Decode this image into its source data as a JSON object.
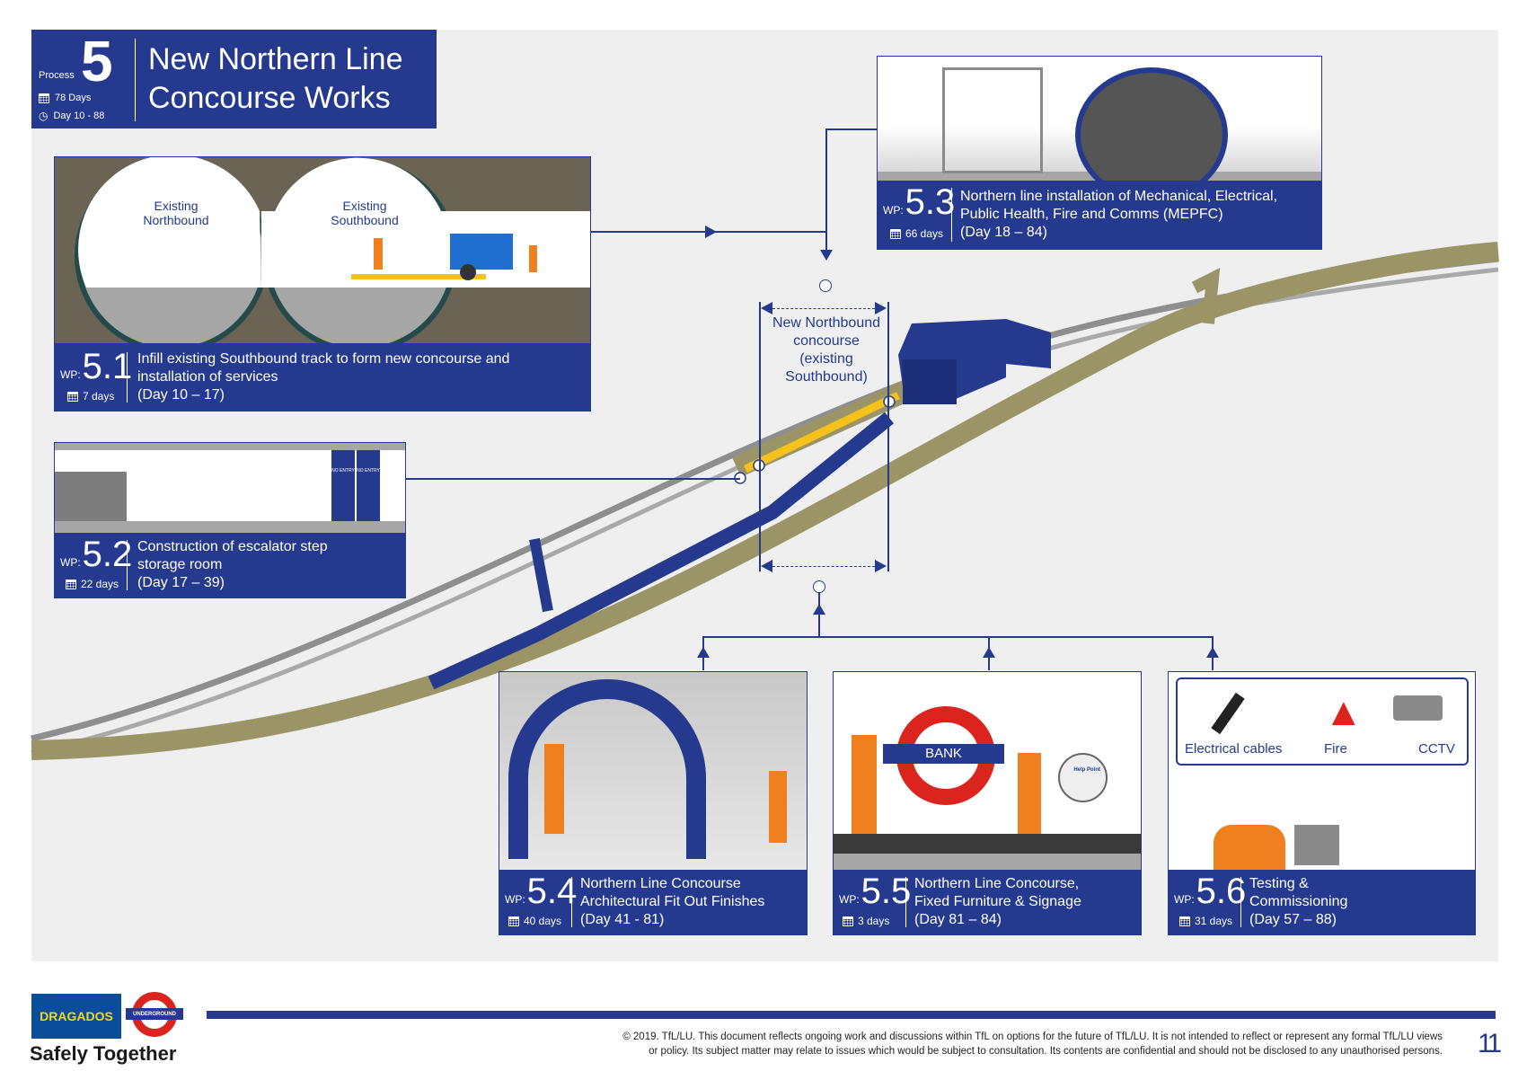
{
  "header": {
    "process_label": "Process",
    "process_number": "5",
    "duration": "78 Days",
    "day_range": "Day 10 - 88",
    "title_line1": "New Northern Line",
    "title_line2": "Concourse Works"
  },
  "wp_prefix": "WP:",
  "work_packages": [
    {
      "id": "5.1",
      "days": "7 days",
      "description_line1": "Infill existing Southbound track to form new concourse and",
      "description_line2": "installation of services",
      "day_range": "(Day 10 – 17)",
      "illustration_labels": [
        "Existing Northbound",
        "Existing Southbound"
      ]
    },
    {
      "id": "5.2",
      "days": "22 days",
      "description_line1": "Construction of escalator step",
      "description_line2": "storage room",
      "day_range": "(Day 17 – 39)",
      "illustration_labels": [
        "NO ENTRY",
        "NO ENTRY"
      ]
    },
    {
      "id": "5.3",
      "days": "66 days",
      "description_line1": "Northern line installation of Mechanical, Electrical,",
      "description_line2": "Public Health, Fire and Comms (MEPFC)",
      "day_range": "(Day 18 – 84)"
    },
    {
      "id": "5.4",
      "days": "40 days",
      "description_line1": "Northern Line Concourse",
      "description_line2": "Architectural Fit Out Finishes",
      "day_range": "(Day 41 - 81)"
    },
    {
      "id": "5.5",
      "days": "3 days",
      "description_line1": "Northern Line Concourse,",
      "description_line2": "Fixed Furniture & Signage",
      "day_range": "(Day 81 – 84)",
      "illustration_labels": [
        "BANK",
        "Help Point"
      ]
    },
    {
      "id": "5.6",
      "days": "31 days",
      "description_line1": "Testing &",
      "description_line2": "Commissioning",
      "day_range": "(Day 57 – 88)",
      "illustration_labels": [
        "Electrical cables",
        "Fire",
        "CCTV"
      ]
    }
  ],
  "concourse_label": {
    "line1": "New Northbound",
    "line2": "concourse",
    "line3": "(existing",
    "line4": "Southbound)"
  },
  "footer": {
    "logo_text": "DRAGADOS",
    "roundel_text": "UNDERGROUND",
    "tagline": "Safely Together",
    "disclaimer_line1": "© 2019. TfL/LU. This document reflects ongoing work and discussions within TfL on options for the future of TfL/LU. It is not intended to reflect or represent any formal TfL/LU views",
    "disclaimer_line2": "or policy. Its subject matter may relate to issues which would be subject to consultation. Its contents are confidential and should not be disclosed to any unauthorised persons.",
    "page_number": "11"
  },
  "colors": {
    "brand_navy": "#253a8e",
    "tunnel_olive": "#9a9466",
    "track_grey": "#9a9a9a",
    "highlight_yellow": "#f5c21b",
    "worker_orange": "#f0801e",
    "roundel_red": "#dc241f"
  }
}
